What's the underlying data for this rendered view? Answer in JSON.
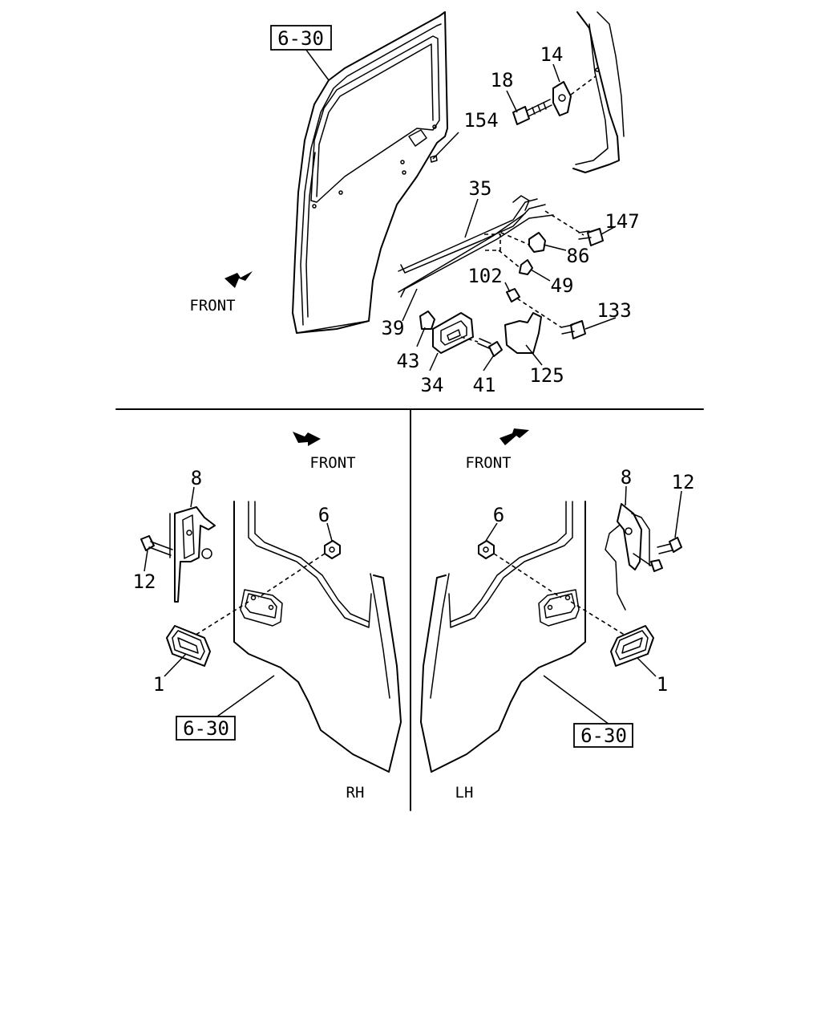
{
  "ref_box": "6-30",
  "front_label": "FRONT",
  "side_rh": "RH",
  "side_lh": "LH",
  "top_callouts": [
    "14",
    "18",
    "154",
    "35",
    "147",
    "86",
    "49",
    "102",
    "133",
    "39",
    "43",
    "34",
    "41",
    "125"
  ],
  "rh_callouts": [
    "8",
    "6",
    "12",
    "1"
  ],
  "lh_callouts": [
    "8",
    "12",
    "6",
    "1"
  ]
}
